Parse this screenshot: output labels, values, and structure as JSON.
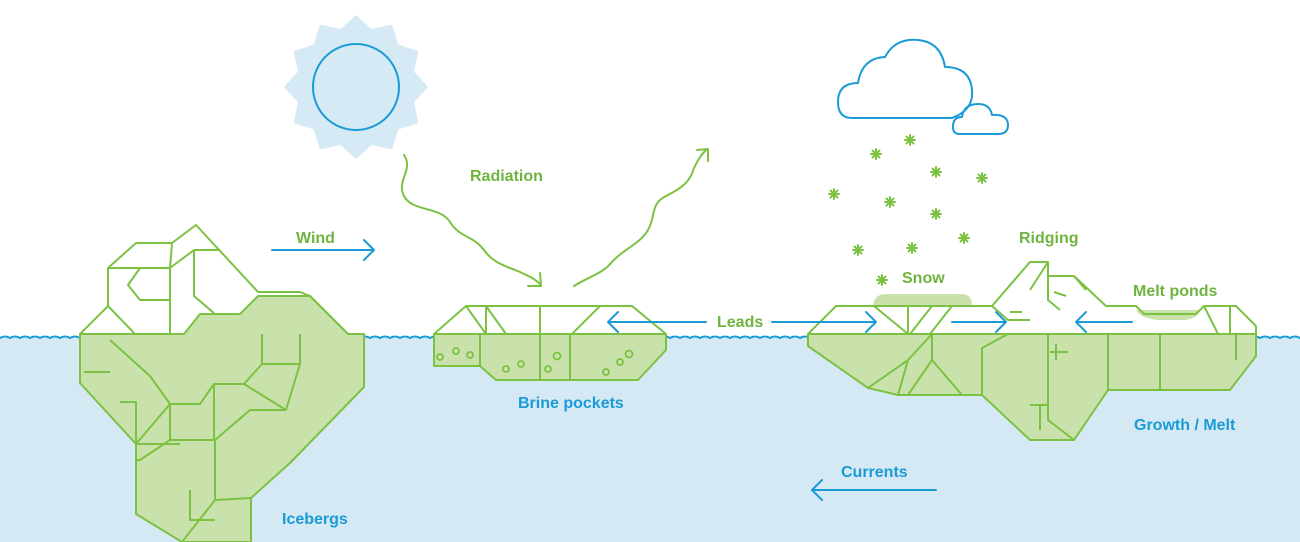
{
  "labels": {
    "radiation": "Radiation",
    "wind": "Wind",
    "leads": "Leads",
    "snow": "Snow",
    "ridging": "Ridging",
    "melt_ponds": "Melt ponds",
    "brine_pockets": "Brine pockets",
    "growth_melt": "Growth / Melt",
    "currents": "Currents",
    "icebergs": "Icebergs"
  },
  "colors": {
    "water": "#d4e9f3",
    "water_line": "#1a9bd7",
    "ice_outline": "#7cc242",
    "ice_submerged": "#c9e2ac",
    "sun_fill": "#d6eaf5",
    "label_green": "#6fb43f",
    "label_blue": "#1a9bd7"
  }
}
